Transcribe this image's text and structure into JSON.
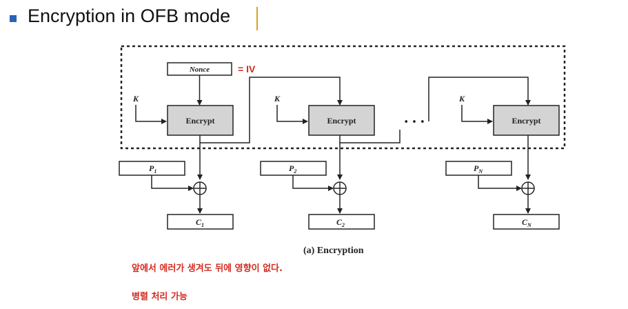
{
  "slide": {
    "title": "Encryption in OFB mode"
  },
  "diagram": {
    "nonce_label": "Nonce",
    "iv_annotation": "= IV",
    "key_label": "K",
    "encrypt_label": "Encrypt",
    "ellipsis": "• • •",
    "plaintexts": [
      {
        "base": "P",
        "sub": "1"
      },
      {
        "base": "P",
        "sub": "2"
      },
      {
        "base": "P",
        "sub": "N"
      }
    ],
    "ciphertexts": [
      {
        "base": "C",
        "sub": "1"
      },
      {
        "base": "C",
        "sub": "2"
      },
      {
        "base": "C",
        "sub": "N"
      }
    ],
    "caption": "(a) Encryption"
  },
  "notes": {
    "error_note": "앞에서 에러가 생겨도 뒤에 영향이 없다.",
    "parallel_note": "병렬 처리 가능"
  },
  "colors": {
    "accent_red": "#d32a1e",
    "bullet_blue": "#2a62b8",
    "encrypt_fill": "#d4d4d4"
  }
}
